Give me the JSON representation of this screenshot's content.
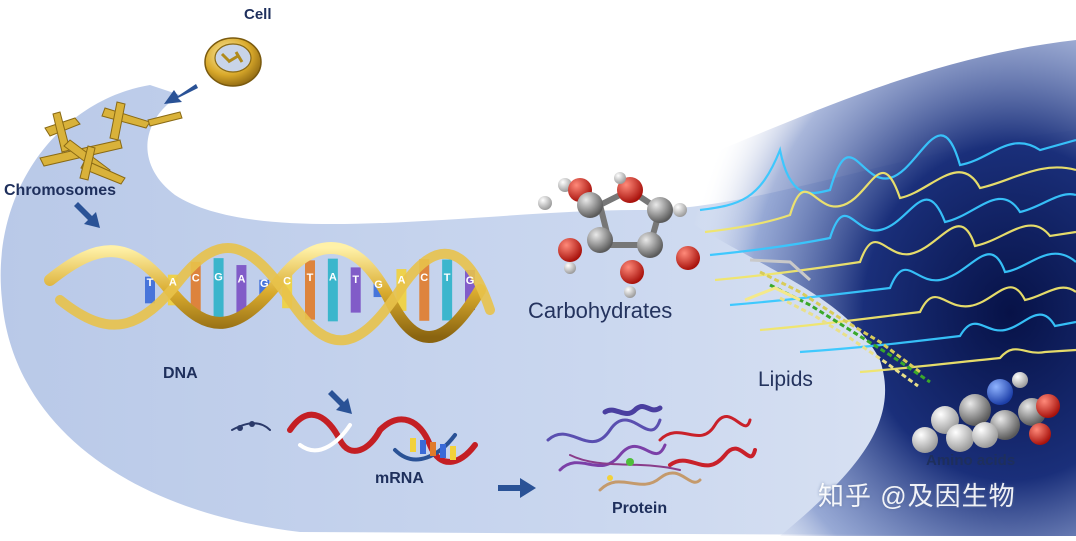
{
  "labels": {
    "cell": "Cell",
    "chromosomes": "Chromosomes",
    "dna": "DNA",
    "mrna": "mRNA",
    "protein": "Protein",
    "carbohydrates": "Carbohydrates",
    "lipids": "Lipids",
    "amino_acids": "Amino acids"
  },
  "dna_bases": [
    "T",
    "A",
    "C",
    "G",
    "A",
    "G",
    "C",
    "T",
    "A",
    "T",
    "G",
    "A",
    "C",
    "T",
    "G"
  ],
  "watermark": "知乎 @及因生物",
  "colors": {
    "background_band": "#c5d4ee",
    "label_text": "#1e2f5c",
    "arrow": "#2a5296",
    "gold": "#d9b23a",
    "spectrum_dark": "#0e1b5a",
    "spectrum_cyan": "#38c8ff",
    "spectrum_yellow": "#f1e66b"
  }
}
